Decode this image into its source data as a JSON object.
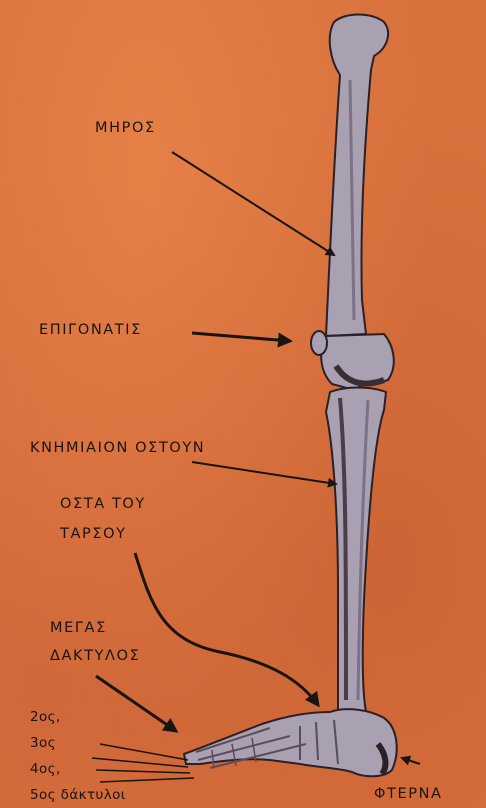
{
  "labels": {
    "femur": "ΜΗΡΟΣ",
    "patella": "ΕΠΙΓΟΝΑΤΙΣ",
    "tibia": "ΚΝΗΜΙΑΙΟΝ ΟΣΤΟΥΝ",
    "tarsal_line1": "ΟΣΤΑ ΤΟΥ",
    "tarsal_line2": "ΤΑΡΣΟΥ",
    "big_toe_line1": "ΜΕΓΑΣ",
    "big_toe_line2": "ΔΑΚΤΥΛΟΣ",
    "toe_2": "2ος,",
    "toe_3": "3ος",
    "toe_4": "4ος,",
    "toe_5": "5ος δάκτυλοι",
    "heel": "ΦΤΕΡΝΑ"
  },
  "colors": {
    "background": "#d8713c",
    "bone": "#a9a0b2",
    "bone_shade": "#4a3c48",
    "ink": "#1a1410"
  }
}
